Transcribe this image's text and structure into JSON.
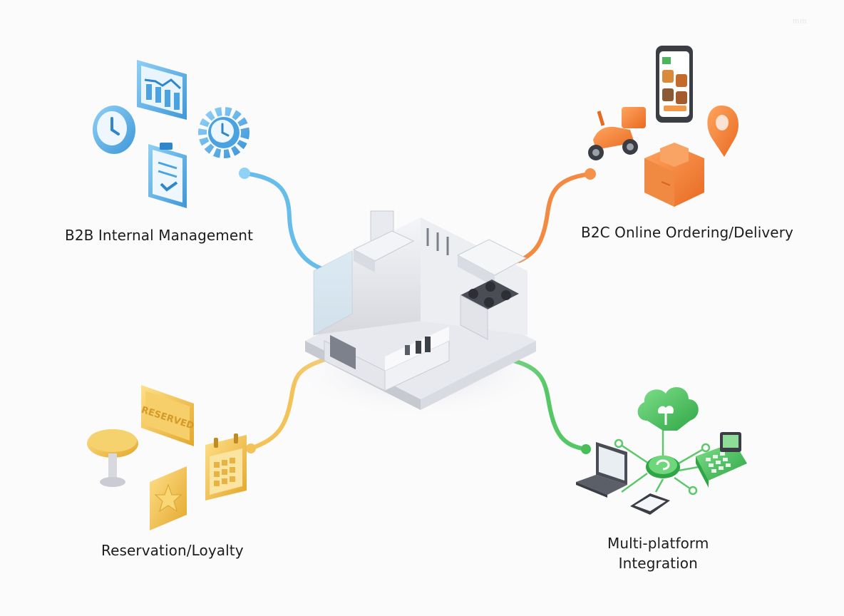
{
  "hub": {
    "name": "kitchen"
  },
  "branches": {
    "b2b": {
      "label": "B2B Internal Management",
      "color": "#5bb3e6",
      "icons": [
        "chart-icon",
        "clock-icon",
        "gear-clock-icon",
        "clipboard-check-icon"
      ]
    },
    "b2c": {
      "label": "B2C Online Ordering/Delivery",
      "color": "#f0823a",
      "icons": [
        "smartphone-menu-icon",
        "scooter-icon",
        "map-pin-icon",
        "delivery-box-icon"
      ]
    },
    "reservation": {
      "label": "Reservation/Loyalty",
      "color": "#f2c14e",
      "icons": [
        "reserved-sign-icon",
        "table-icon",
        "calendar-icon",
        "loyalty-card-icon"
      ]
    },
    "multi": {
      "label_line1": "Multi-platform",
      "label_line2": "Integration",
      "color": "#4cc35a",
      "icons": [
        "cloud-icon",
        "laptop-icon",
        "sync-hub-icon",
        "tablet-icon",
        "pos-terminal-icon"
      ]
    }
  },
  "reserved_text": "RESERVED",
  "watermark": "mm"
}
